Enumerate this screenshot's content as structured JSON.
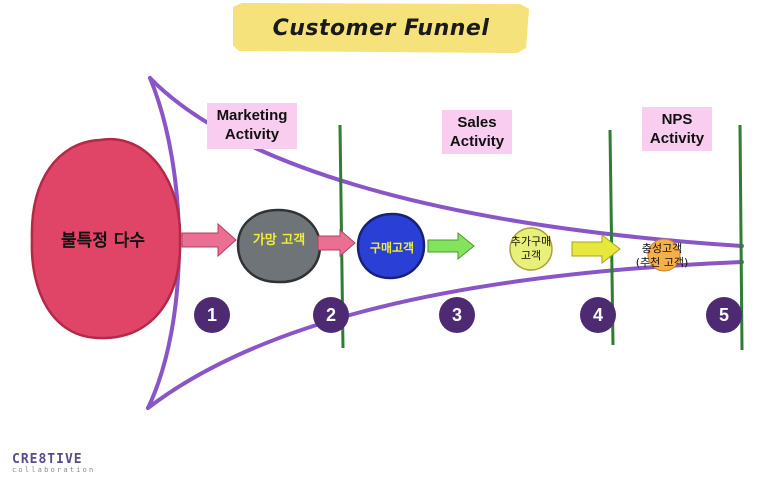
{
  "title": "Customer Funnel",
  "activities": [
    {
      "label_line1": "Marketing",
      "label_line2": "Activity"
    },
    {
      "label_line1": "Sales",
      "label_line2": "Activity"
    },
    {
      "label_line1": "NPS",
      "label_line2": "Activity"
    }
  ],
  "nodes": {
    "crowd": "불특정 다수",
    "prospect": "가망 고객",
    "buyer": "구매고객",
    "repeat_line1": "추가구매",
    "repeat_line2": "고객",
    "loyal_line1": "충성고객",
    "loyal_line2": "(추천 고객)"
  },
  "stages": [
    "1",
    "2",
    "3",
    "4",
    "5"
  ],
  "logo": {
    "main": "CRE8TIVE",
    "sub": "collaboration"
  },
  "colors": {
    "title_tape": "#f6e27a",
    "activity_label_bg": "#f8cdf0",
    "funnel_line": "#8a55c7",
    "divider": "#2e7d32",
    "crowd_fill": "#e04466",
    "prospect_fill": "#6f7479",
    "buyer_fill": "#2a3fd6",
    "repeat_fill": "#e8f07a",
    "loyal_fill": "#f5b04a",
    "arrow_pink": "#ea6f93",
    "arrow_green": "#84e35c",
    "arrow_yellow": "#e6e83c",
    "stage_badge": "#4e2a73"
  }
}
